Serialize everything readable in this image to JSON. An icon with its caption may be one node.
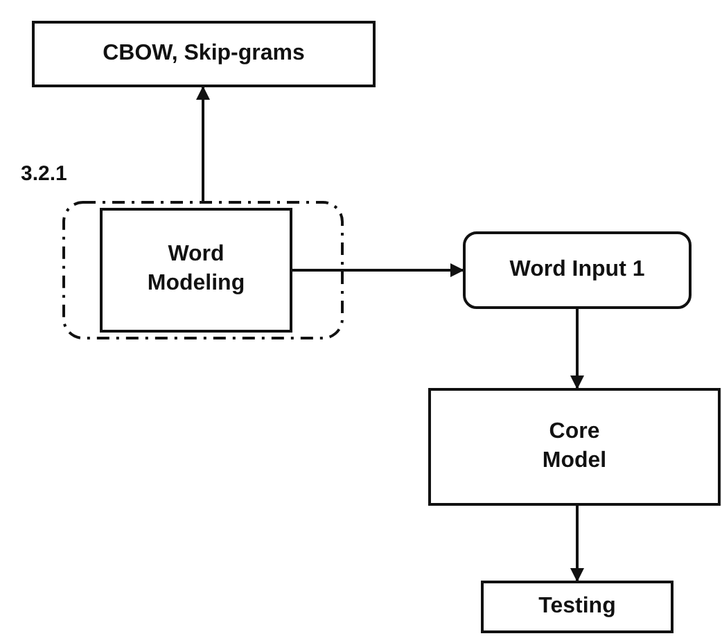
{
  "diagram": {
    "nodes": [
      {
        "text": [
          "CBOW, Skip-grams"
        ]
      },
      {
        "text": [
          "3.2.1"
        ]
      },
      {
        "text": [
          "Word Modeling"
        ],
        "in": 1
      },
      {
        "text": [
          "Word Input 1"
        ]
      },
      {
        "text": [
          "Core Model"
        ]
      },
      {
        "text": [
          "Testing"
        ]
      }
    ],
    "edges": [
      {
        "from": 1,
        "to": 0,
        "arrow": "to"
      },
      {
        "from": 2,
        "to": 3,
        "arrow": "to"
      },
      {
        "from": 3,
        "to": 4,
        "arrow": "to"
      },
      {
        "from": 4,
        "to": 5,
        "arrow": "to"
      }
    ]
  }
}
